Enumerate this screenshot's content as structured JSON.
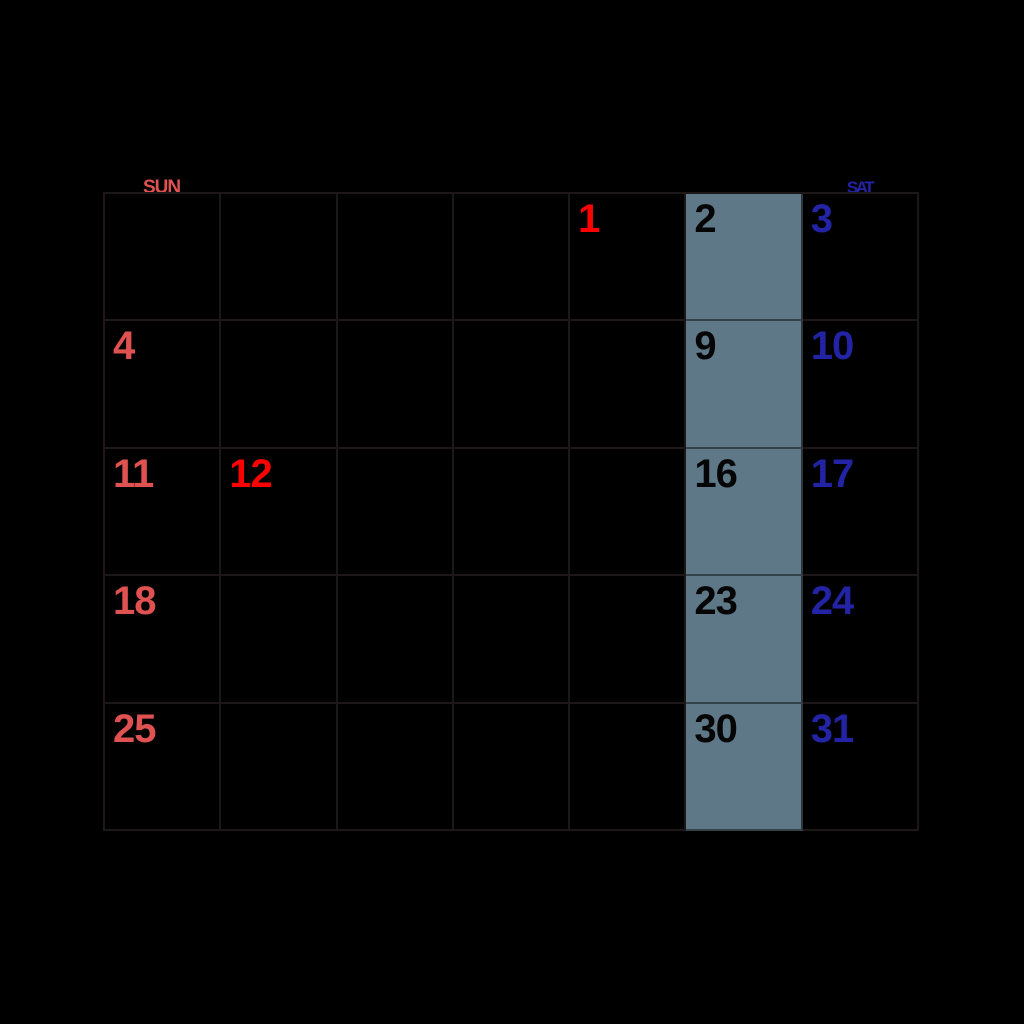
{
  "colors": {
    "background": "#000000",
    "grid_line": "#1d1717",
    "sunday_red": "#e05252",
    "holiday_red": "#ff0000",
    "saturday_blue": "#2323a6",
    "friday_highlight": "#5f7888",
    "date_black": "#050505"
  },
  "calendar": {
    "day_headers": {
      "sun": "SUN",
      "sat": "SAT"
    },
    "weeks": [
      [
        {
          "day": "",
          "type": "empty"
        },
        {
          "day": "",
          "type": "empty"
        },
        {
          "day": "",
          "type": "empty"
        },
        {
          "day": "",
          "type": "empty"
        },
        {
          "day": "1",
          "type": "holiday"
        },
        {
          "day": "2",
          "type": "friday-highlight"
        },
        {
          "day": "3",
          "type": "saturday"
        }
      ],
      [
        {
          "day": "4",
          "type": "sunday"
        },
        {
          "day": "",
          "type": "empty"
        },
        {
          "day": "",
          "type": "empty"
        },
        {
          "day": "",
          "type": "empty"
        },
        {
          "day": "",
          "type": "empty"
        },
        {
          "day": "9",
          "type": "friday-highlight"
        },
        {
          "day": "10",
          "type": "saturday"
        }
      ],
      [
        {
          "day": "11",
          "type": "sunday"
        },
        {
          "day": "12",
          "type": "holiday"
        },
        {
          "day": "",
          "type": "empty"
        },
        {
          "day": "",
          "type": "empty"
        },
        {
          "day": "",
          "type": "empty"
        },
        {
          "day": "16",
          "type": "friday-highlight"
        },
        {
          "day": "17",
          "type": "saturday"
        }
      ],
      [
        {
          "day": "18",
          "type": "sunday"
        },
        {
          "day": "",
          "type": "empty"
        },
        {
          "day": "",
          "type": "empty"
        },
        {
          "day": "",
          "type": "empty"
        },
        {
          "day": "",
          "type": "empty"
        },
        {
          "day": "23",
          "type": "friday-highlight"
        },
        {
          "day": "24",
          "type": "saturday"
        }
      ],
      [
        {
          "day": "25",
          "type": "sunday"
        },
        {
          "day": "",
          "type": "empty"
        },
        {
          "day": "",
          "type": "empty"
        },
        {
          "day": "",
          "type": "empty"
        },
        {
          "day": "",
          "type": "empty"
        },
        {
          "day": "30",
          "type": "friday-highlight"
        },
        {
          "day": "31",
          "type": "saturday"
        }
      ]
    ]
  }
}
